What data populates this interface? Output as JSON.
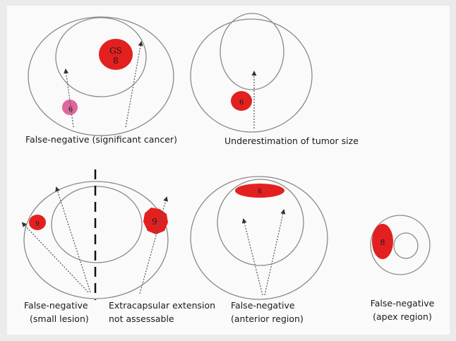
{
  "panels": [
    {
      "id": "significant-cancer",
      "lesions": [
        {
          "label_lines": [
            "GS",
            "8"
          ],
          "color": "#e32020"
        },
        {
          "label_lines": [
            "6"
          ],
          "color": "#e0669e"
        }
      ],
      "caption_lines": [
        "False-negative (significant cancer)"
      ]
    },
    {
      "id": "tumor-size",
      "lesions": [
        {
          "label_lines": [
            "6"
          ],
          "color": "#e32020"
        }
      ],
      "caption_lines": [
        "Underestimation of tumor size"
      ]
    },
    {
      "id": "small-lesion-extracapsular",
      "lesions": [
        {
          "label_lines": [
            "9"
          ],
          "color": "#e32020"
        },
        {
          "label_lines": [
            "9"
          ],
          "color": "#e32020"
        }
      ],
      "caption_lines": [
        "False-negative",
        "(small lesion)"
      ],
      "caption_lines_2": [
        "Extracapsular extension",
        "not assessable"
      ]
    },
    {
      "id": "anterior-region",
      "lesions": [
        {
          "label_lines": [
            "8"
          ],
          "color": "#e32020"
        }
      ],
      "caption_lines": [
        "False-negative",
        "(anterior region)"
      ]
    },
    {
      "id": "apex-region",
      "lesions": [
        {
          "label_lines": [
            "8"
          ],
          "color": "#e32020"
        }
      ],
      "caption_lines": [
        "False-negative",
        "(apex region)"
      ]
    }
  ],
  "colors": {
    "background": "#ebebeb",
    "panel": "#fafafa",
    "outline": "#8a8a8a",
    "arrow": "#555555",
    "lesion_dark": "#e32020",
    "lesion_pink": "#e0669e"
  }
}
